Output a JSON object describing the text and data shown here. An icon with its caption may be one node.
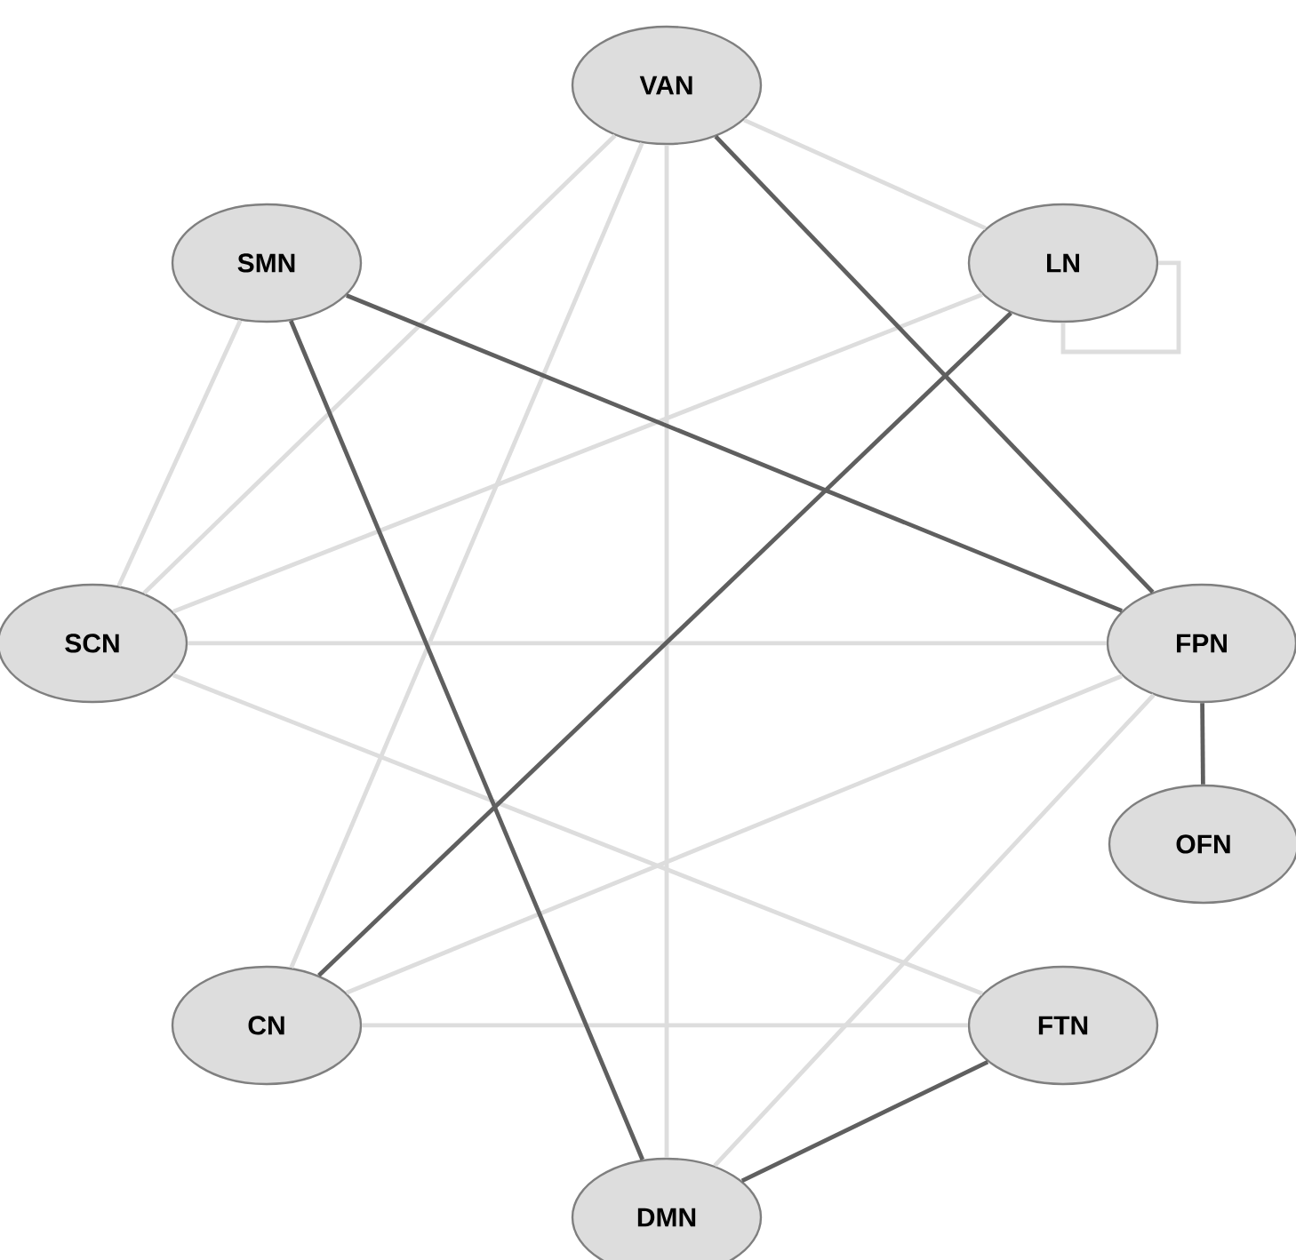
{
  "diagram": {
    "nodes": [
      {
        "text": [
          "VAN"
        ]
      },
      {
        "text": [
          "SMN"
        ]
      },
      {
        "text": [
          "LN"
        ]
      },
      {
        "text": [
          "SCN"
        ]
      },
      {
        "text": [
          "FPN"
        ]
      },
      {
        "text": [
          "OFN"
        ]
      },
      {
        "text": [
          "CN"
        ]
      },
      {
        "text": [
          "FTN"
        ]
      },
      {
        "text": [
          "DMN"
        ]
      }
    ],
    "edges": [
      {
        "from": 0,
        "to": 2,
        "arrow": "none"
      },
      {
        "from": 0,
        "to": 3,
        "arrow": "none"
      },
      {
        "from": 0,
        "to": 6,
        "arrow": "none"
      },
      {
        "from": 0,
        "to": 8,
        "arrow": "none"
      },
      {
        "from": 1,
        "to": 3,
        "arrow": "none"
      },
      {
        "from": 2,
        "to": 3,
        "arrow": "none"
      },
      {
        "from": 2,
        "to": 2,
        "arrow": "none"
      },
      {
        "from": 3,
        "to": 4,
        "arrow": "none"
      },
      {
        "from": 3,
        "to": 7,
        "arrow": "none"
      },
      {
        "from": 6,
        "to": 4,
        "arrow": "none"
      },
      {
        "from": 6,
        "to": 7,
        "arrow": "none"
      },
      {
        "from": 4,
        "to": 8,
        "arrow": "none"
      },
      {
        "from": 0,
        "to": 4,
        "arrow": "none",
        "color": "#5f5f5f"
      },
      {
        "from": 1,
        "to": 4,
        "arrow": "none",
        "color": "#5f5f5f"
      },
      {
        "from": 1,
        "to": 8,
        "arrow": "none",
        "color": "#5f5f5f"
      },
      {
        "from": 2,
        "to": 6,
        "arrow": "none",
        "color": "#5f5f5f"
      },
      {
        "from": 4,
        "to": 5,
        "arrow": "none",
        "color": "#5f5f5f"
      },
      {
        "from": 7,
        "to": 8,
        "arrow": "none",
        "color": "#5f5f5f"
      }
    ]
  }
}
